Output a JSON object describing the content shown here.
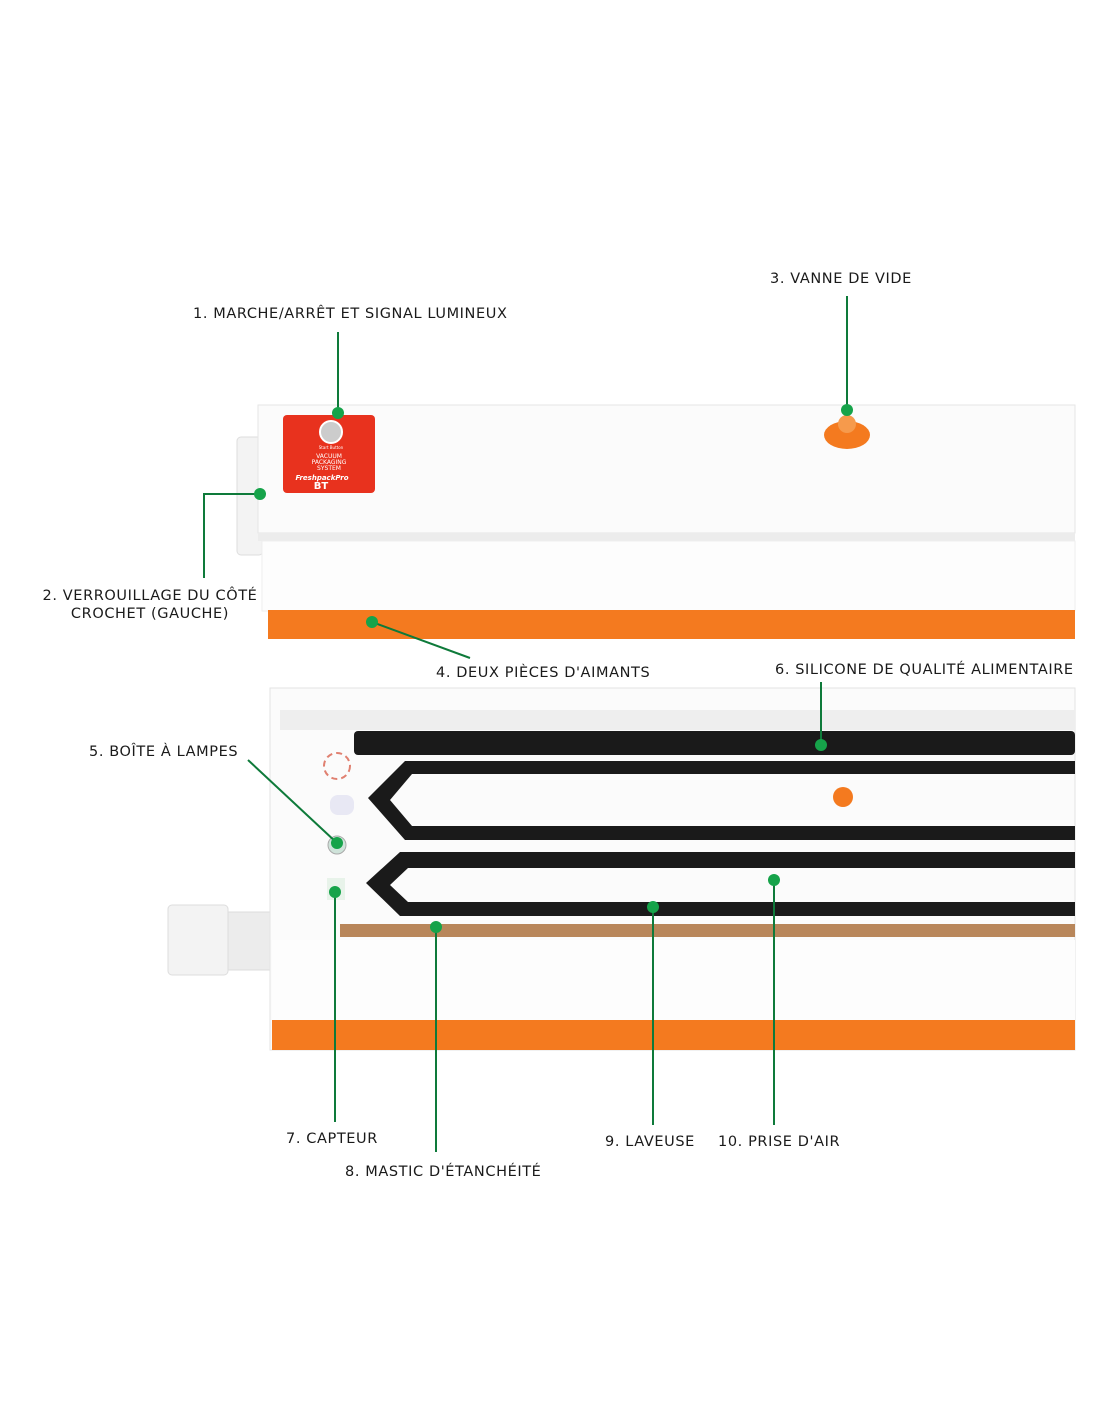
{
  "device": {
    "panel_button_caption": "Start Button",
    "panel_text": "VACUUM PACKAGING SYSTEM",
    "panel_text_lines": [
      "VACUUM",
      "PACKAGING",
      "SYSTEM"
    ],
    "brand": "FreshpackPro",
    "model": "BT"
  },
  "labels": [
    {
      "text": "1. MARCHE/ARRÊT ET SIGNAL LUMINEUX"
    },
    {
      "line1": "2. VERROUILLAGE DU CÔTÉ",
      "line2": "CROCHET (GAUCHE)"
    },
    {
      "text": "3. VANNE DE VIDE"
    },
    {
      "text": "4. DEUX PIÈCES D'AIMANTS"
    },
    {
      "text": "5. BOÎTE À LAMPES"
    },
    {
      "text": "6. SILICONE DE QUALITÉ ALIMENTAIRE"
    },
    {
      "text": "7. CAPTEUR"
    },
    {
      "text": "8. MASTIC D'ÉTANCHÉITÉ"
    },
    {
      "text": "9. LAVEUSE"
    },
    {
      "text": "10. PRISE D'AIR"
    }
  ],
  "colors": {
    "leader": "#0e7a3a",
    "dot": "#16a34a",
    "orange": "#f47a1f",
    "panel_red": "#e8321e",
    "gasket": "#1a1a1a",
    "seal_strip": "#b8865a"
  }
}
